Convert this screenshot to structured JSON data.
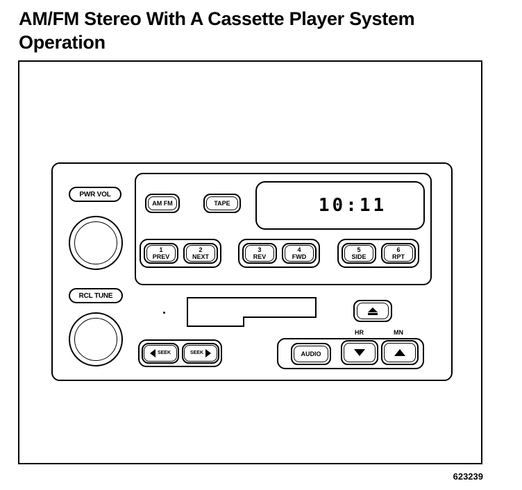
{
  "page": {
    "title_line1": "AM/FM Stereo With A Cassette Player System",
    "title_line2": "Operation",
    "figure_id": "623239"
  },
  "radio": {
    "pwr_vol_label": "PWR VOL",
    "rcl_tune_label": "RCL TUNE",
    "clock_display": "10:11",
    "buttons": {
      "am_fm": "AM FM",
      "tape": "TAPE",
      "preset_1_num": "1",
      "preset_1_label": "PREV",
      "preset_2_num": "2",
      "preset_2_label": "NEXT",
      "preset_3_num": "3",
      "preset_3_label": "REV",
      "preset_4_num": "4",
      "preset_4_label": "FWD",
      "preset_5_num": "5",
      "preset_5_label": "SIDE",
      "preset_6_num": "6",
      "preset_6_label": "RPT",
      "seek_down": "SEEK",
      "seek_up": "SEEK",
      "audio": "AUDIO"
    },
    "hr_label": "HR",
    "mn_label": "MN"
  },
  "icons": {
    "eject": "eject-icon",
    "hour_down": "arrow-down-icon",
    "minute_up": "arrow-up-icon",
    "seek_left": "arrow-left-icon",
    "seek_right": "arrow-right-icon"
  }
}
